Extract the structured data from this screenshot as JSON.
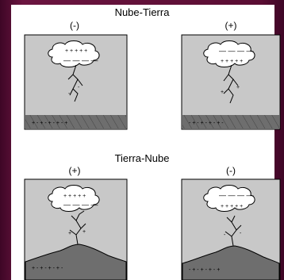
{
  "sections": [
    {
      "title": "Nube-Tierra",
      "panels": [
        {
          "sign": "(-)",
          "cloud_charge": "negative",
          "ground": "flat"
        },
        {
          "sign": "(+)",
          "cloud_charge": "positive",
          "ground": "flat"
        }
      ]
    },
    {
      "title": "Tierra-Nube",
      "panels": [
        {
          "sign": "(+)",
          "cloud_charge": "positive",
          "ground": "mountain"
        },
        {
          "sign": "(-)",
          "cloud_charge": "negative",
          "ground": "mountain"
        }
      ]
    }
  ],
  "colors": {
    "background": "#5a0d33",
    "panel_fill": "#c8c8c8",
    "ground_fill": "#6e6e6e"
  }
}
